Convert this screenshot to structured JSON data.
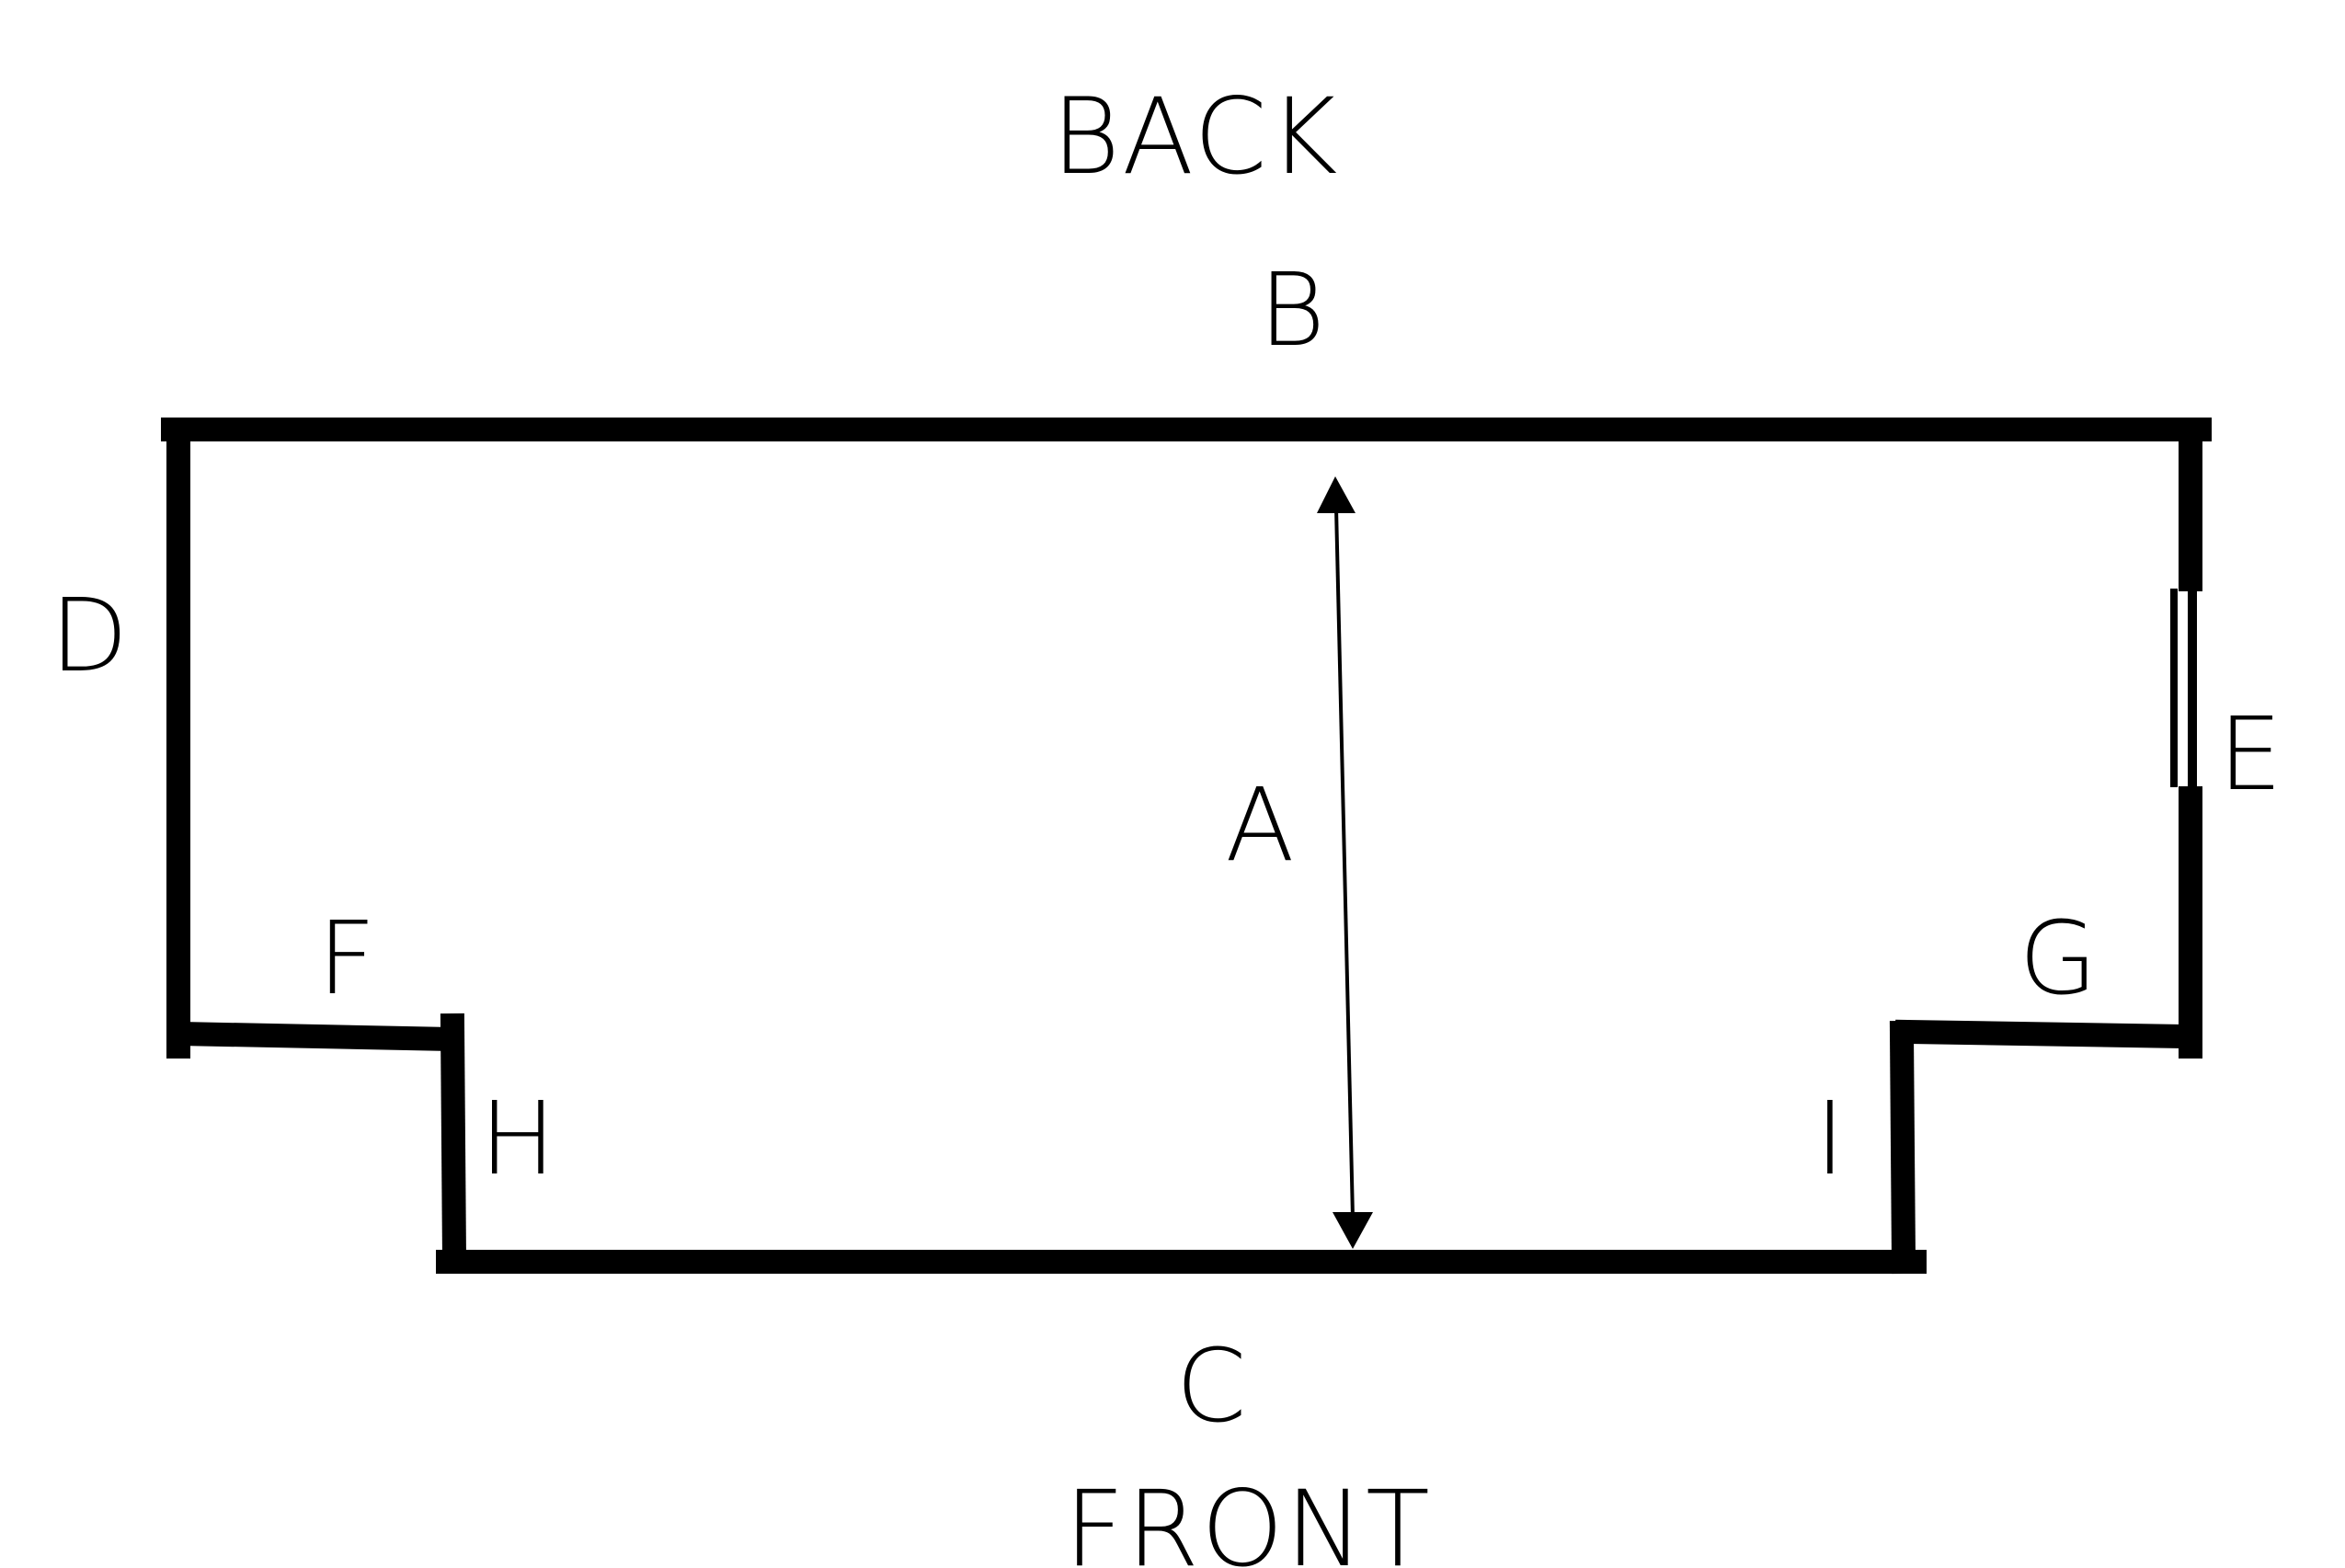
{
  "orientation": {
    "back": "BACK",
    "front": "FRONT"
  },
  "labels": {
    "a": "A",
    "b": "B",
    "c": "C",
    "d": "D",
    "e": "E",
    "f": "F",
    "g": "G",
    "h": "H",
    "i": "I"
  },
  "colors": {
    "line": "#000000",
    "background": "#ffffff"
  }
}
